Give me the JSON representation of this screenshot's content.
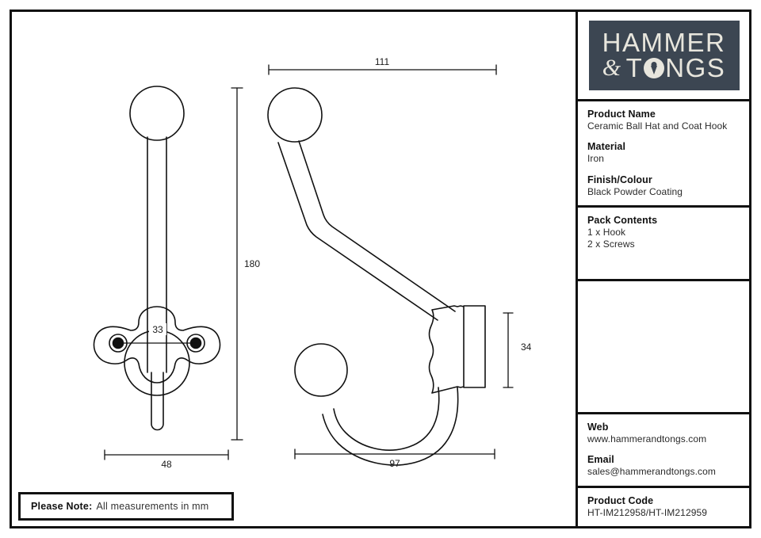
{
  "sheet": {
    "please_note": {
      "label": "Please Note:",
      "text": "All measurements in mm"
    }
  },
  "logo": {
    "name": "hammer-and-tongs-logo",
    "line1": "HAMMER",
    "line2_prefix": "&",
    "line2_a": "T",
    "line2_b": "NGS",
    "keyhole_icon": "keyhole-icon",
    "background_color": "#3c4652",
    "text_color": "#e8e6dd"
  },
  "info": {
    "product_name": {
      "label": "Product Name",
      "value": "Ceramic Ball Hat and Coat Hook"
    },
    "material": {
      "label": "Material",
      "value": "Iron"
    },
    "finish": {
      "label": "Finish/Colour",
      "value": "Black Powder Coating"
    },
    "pack_contents": {
      "label": "Pack Contents",
      "items": [
        "1 x Hook",
        "2 x Screws"
      ]
    },
    "web": {
      "label": "Web",
      "value": "www.hammerandtongs.com"
    },
    "email": {
      "label": "Email",
      "value": "sales@hammerandtongs.com"
    },
    "product_code": {
      "label": "Product Code",
      "value": "HT-IM212958/HT-IM212959"
    }
  },
  "drawing": {
    "units": "mm",
    "views": [
      {
        "name": "front-view",
        "description": "Front elevation of hook with ceramic ball and quatrefoil backplate"
      },
      {
        "name": "side-view",
        "description": "Side elevation of hook showing hook curve and backplate profile"
      }
    ],
    "dimensions": {
      "front_height": "180",
      "front_width": "48",
      "screw_centres": "33",
      "side_height": "111",
      "side_projection": "97",
      "backplate_depth": "34"
    }
  }
}
